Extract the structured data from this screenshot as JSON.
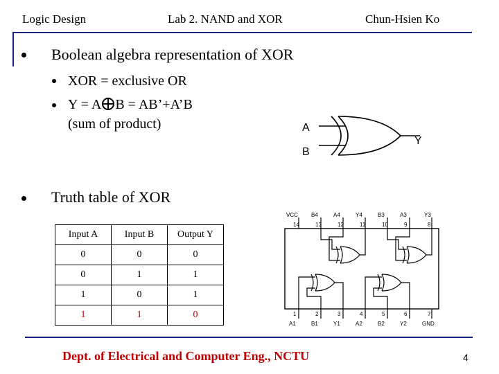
{
  "header": {
    "left": "Logic Design",
    "center": "Lab 2. NAND and XOR",
    "right": "Chun-Hsien Ko"
  },
  "content": {
    "bullet1": "Boolean algebra representation of XOR",
    "sub1": "XOR = exclusive OR",
    "sub2_prefix": "Y = A",
    "sub2_suffix": "B = AB’+A’B",
    "sub2_note": "(sum of product)",
    "bullet2": "Truth table of XOR"
  },
  "gate_symbol": {
    "input_a": "A",
    "input_b": "B",
    "output": "Y"
  },
  "truth_table": {
    "headers": [
      "Input A",
      "Input B",
      "Output Y"
    ],
    "rows": [
      [
        "0",
        "0",
        "0"
      ],
      [
        "0",
        "1",
        "1"
      ],
      [
        "1",
        "0",
        "1"
      ],
      [
        "1",
        "1",
        "0"
      ]
    ]
  },
  "chip_pinout": {
    "top_labels": [
      "VCC",
      "B4",
      "A4",
      "Y4",
      "B3",
      "A3",
      "Y3"
    ],
    "top_pins": [
      "14",
      "13",
      "12",
      "11",
      "10",
      "9",
      "8"
    ],
    "bottom_pins": [
      "1",
      "2",
      "3",
      "4",
      "5",
      "6",
      "7"
    ],
    "bottom_labels": [
      "A1",
      "B1",
      "Y1",
      "A2",
      "B2",
      "Y2",
      "GND"
    ]
  },
  "footer": {
    "text": "Dept. of Electrical and Computer Eng., NCTU",
    "page": "4"
  },
  "colors": {
    "rule": "#1a237e",
    "footer_text": "#c00000",
    "last_row_text": "#c00000"
  }
}
